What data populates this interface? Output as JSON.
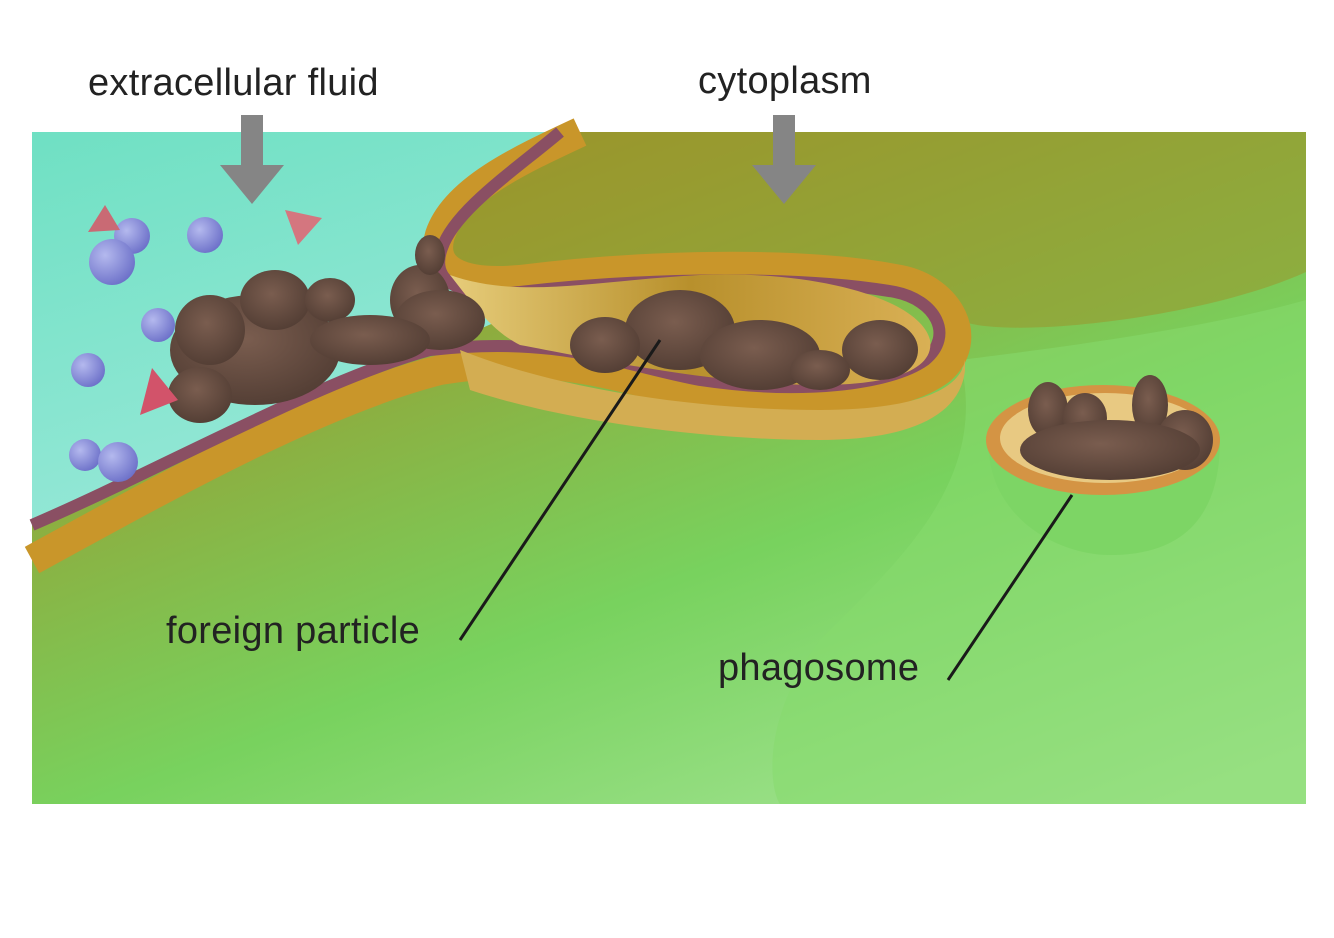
{
  "labels": {
    "extracellular_fluid": "extracellular fluid",
    "cytoplasm": "cytoplasm",
    "foreign_particle": "foreign particle",
    "phagosome": "phagosome"
  },
  "colors": {
    "extracellular": "#7fe3cf",
    "cytoplasm_dark": "#9a9a2c",
    "cytoplasm_light": "#74d35e",
    "membrane": "#8a4f63",
    "membrane_inner": "#c9962a",
    "particle": "#5b4337",
    "arrow": "#858585",
    "molecule": "#8f94d8",
    "triangle": "#d2707a"
  }
}
